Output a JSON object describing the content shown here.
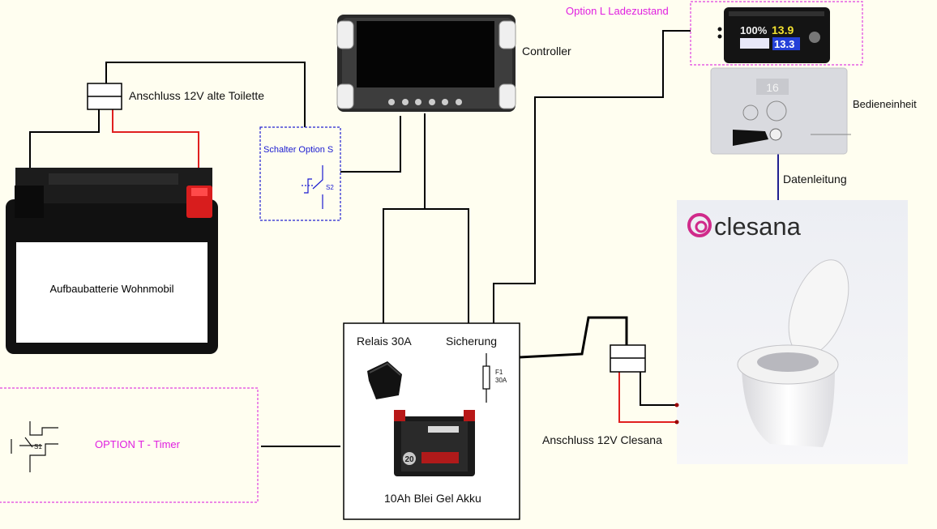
{
  "labels": {
    "battery": "Aufbaubatterie Wohnmobil",
    "connector_old": "Anschluss 12V alte Toilette",
    "controller": "Controller",
    "switch_s": "Schalter Option S",
    "switch_s_ref": "S2",
    "option_l": "Option L Ladezustand",
    "control_unit": "Bedieneinheit",
    "control_unit_display": "16",
    "data_line": "Datenleitung",
    "brand": "clesana",
    "relay": "Relais 30A",
    "fuse": "Sicherung",
    "fuse_ref": "F1",
    "fuse_rating": "30A",
    "small_battery": "10Ah Blei Gel Akku",
    "small_battery_num": "20",
    "connector_clesana": "Anschluss 12V Clesana",
    "option_t": "OPTION T - Timer",
    "switch_t_ref": "S1",
    "meter_pct": "100%",
    "meter_v1": "13.9",
    "meter_v2": "13.3"
  },
  "colors": {
    "wire": "#000000",
    "positive_wire": "#e02020",
    "option_border_magenta": "#e040e0",
    "option_border_blue": "#2020d0",
    "data_line": "#202090"
  }
}
